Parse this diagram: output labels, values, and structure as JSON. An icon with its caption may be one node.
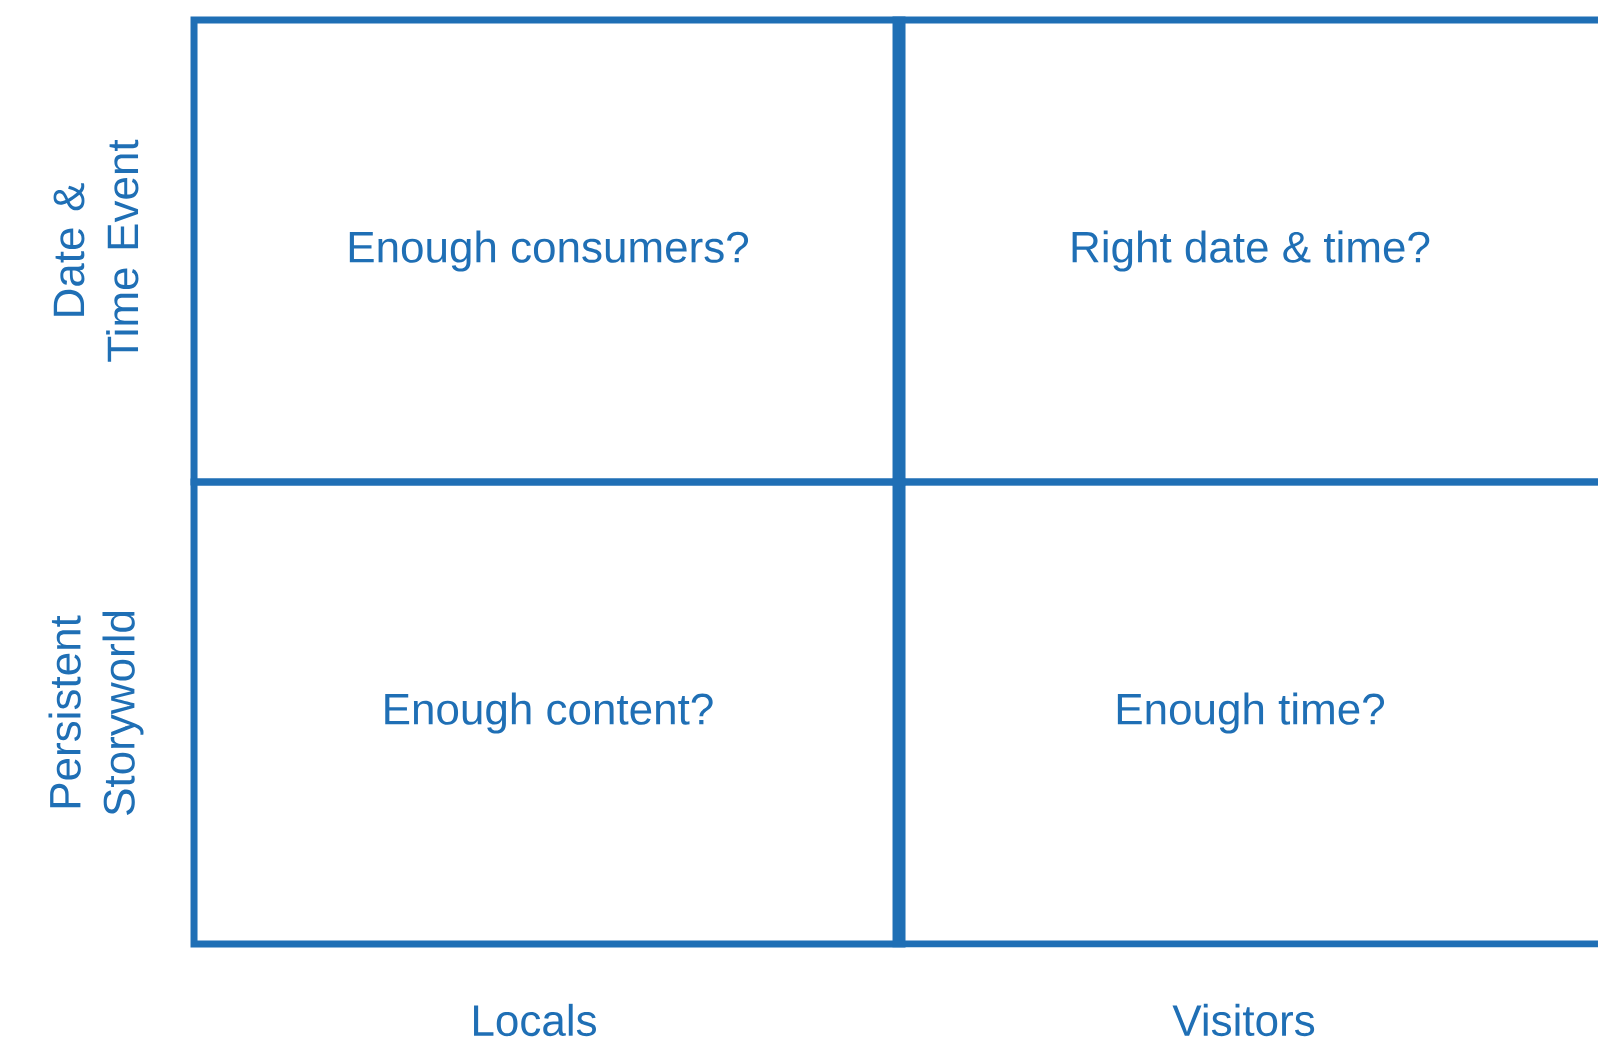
{
  "diagram": {
    "nodes": [
      {
        "text": [
          "Enough consumers?"
        ]
      },
      {
        "text": [
          "Right date & time?"
        ]
      },
      {
        "text": [
          "Enough content?"
        ]
      },
      {
        "text": [
          "Enough time?"
        ]
      }
    ],
    "labels": [
      "Date & Time Event",
      "Persistent Storyworld",
      "Locals",
      "Visitors"
    ]
  }
}
